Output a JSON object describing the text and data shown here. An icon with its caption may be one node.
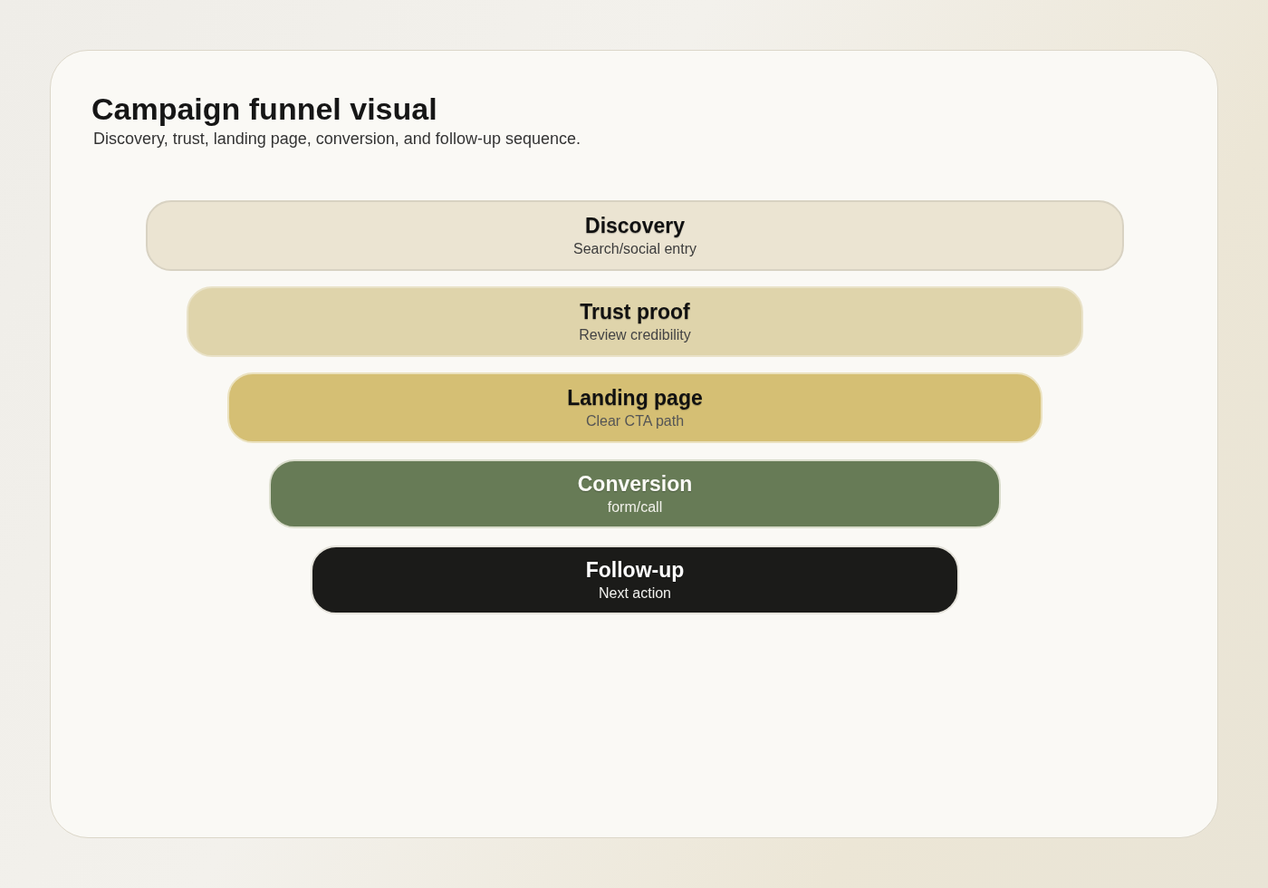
{
  "diagram": {
    "title": "Campaign funnel visual",
    "nodes": [
      {
        "text": [
          "Discovery",
          "Search/social entry"
        ]
      },
      {
        "text": [
          "Trust proof",
          "Review credibility"
        ]
      },
      {
        "text": [
          "Landing page",
          "Clear CTA path"
        ]
      },
      {
        "text": [
          "Conversion",
          "form/call"
        ]
      },
      {
        "text": [
          "Follow-up",
          "Next action"
        ]
      }
    ],
    "edges": [],
    "labels": [
      "Discovery, trust, landing page, conversion, and follow-up sequence."
    ]
  }
}
